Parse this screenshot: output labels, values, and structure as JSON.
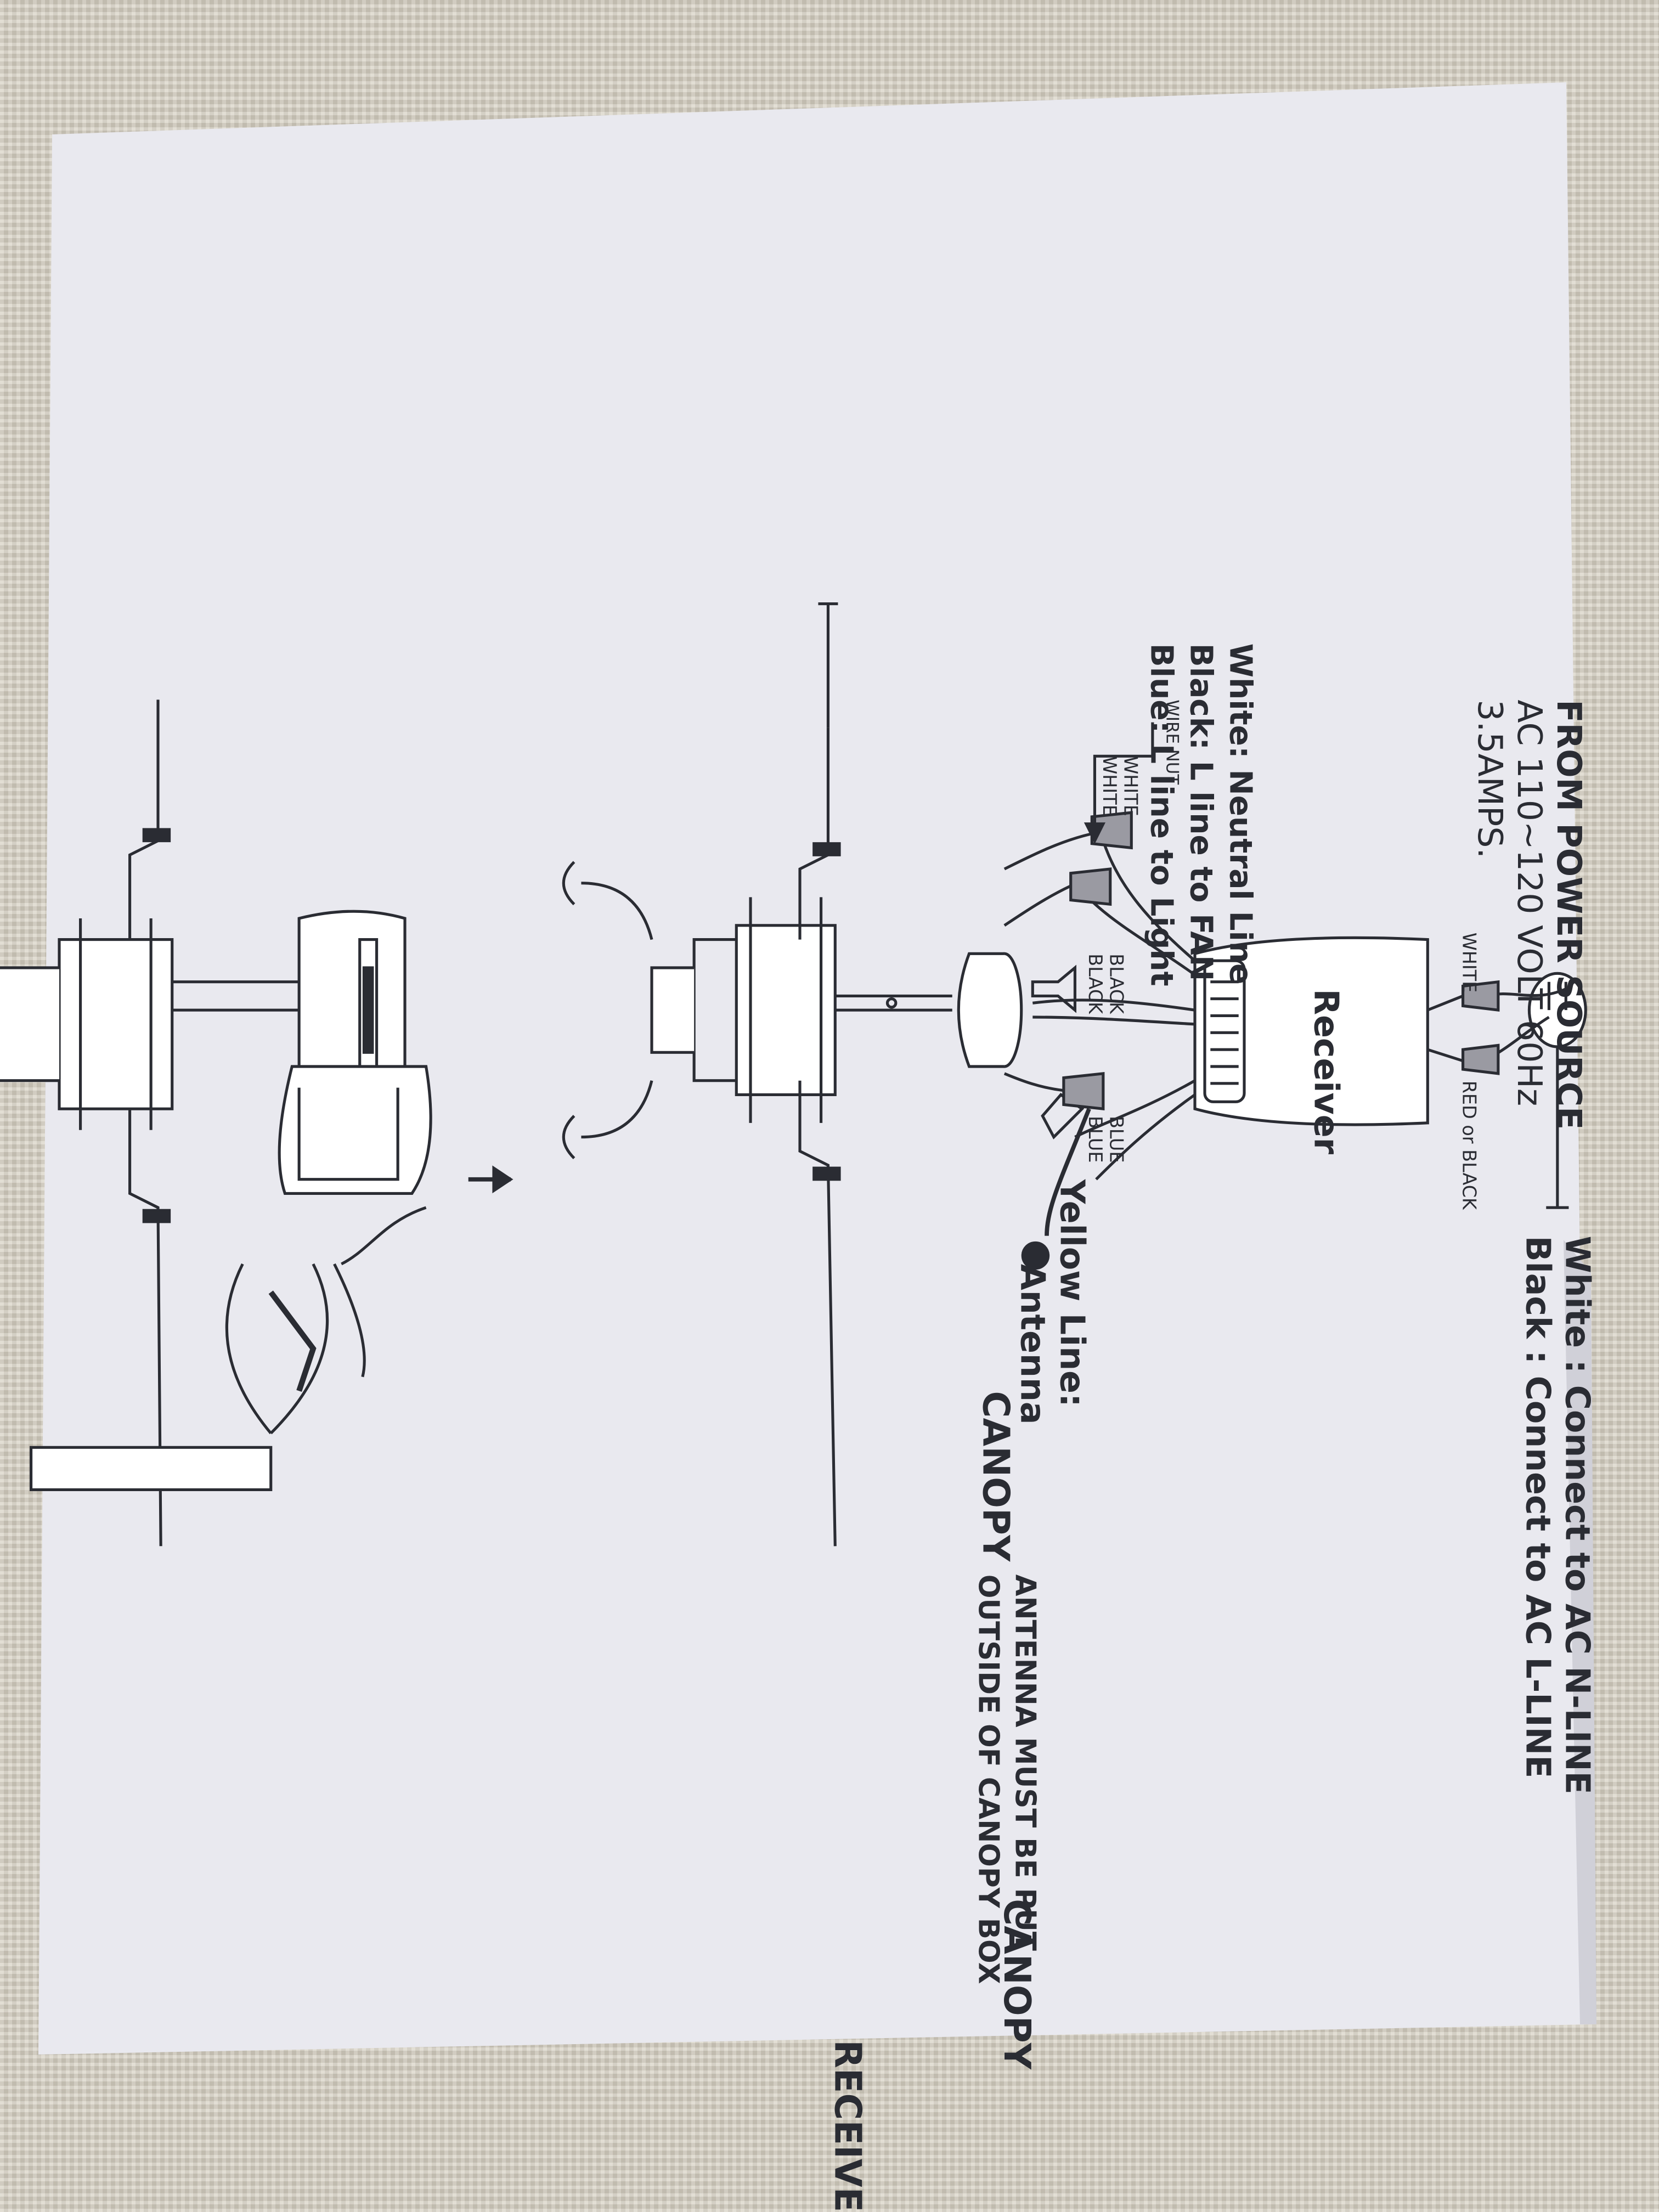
{
  "labels": {
    "power_source_line1": "FROM POWER SOURCE",
    "power_source_line2": "AC 110~120 VOLT 60Hz",
    "power_source_line3": "3.5AMPS.",
    "white_connect": "White : Connect to AC N-LINE",
    "black_connect": "Black : Connect to AC L-LINE",
    "white_top": "WHITE",
    "red_or_black": "RED or BLACK",
    "receiver": "Receiver",
    "white_left_1": "WHITE",
    "white_left_2": "WHITE",
    "black_1": "BLACK",
    "black_2": "BLACK",
    "blue_1": "BLUE",
    "blue_2": "BLUE",
    "yellow_line_1": "Yellow Line:",
    "yellow_line_2": "Antenna",
    "wire_nut": "WIRE NUT",
    "legend_white": "White: Neutral Line",
    "legend_black": "Black: L line to FAN",
    "legend_blue": "Blue: L line to Light",
    "canopy_left": "CANOPY",
    "antenna_note_1": "ANTENNA MUST BE PUT",
    "antenna_note_2": "OUTSIDE OF CANOPY BOX",
    "canopy_right": "CANOPY",
    "receiver_right": "RECEIVER"
  },
  "colors": {
    "paper": "#e9e9ef",
    "ink": "#2a2c33",
    "fabric": "#d6d0c2"
  }
}
